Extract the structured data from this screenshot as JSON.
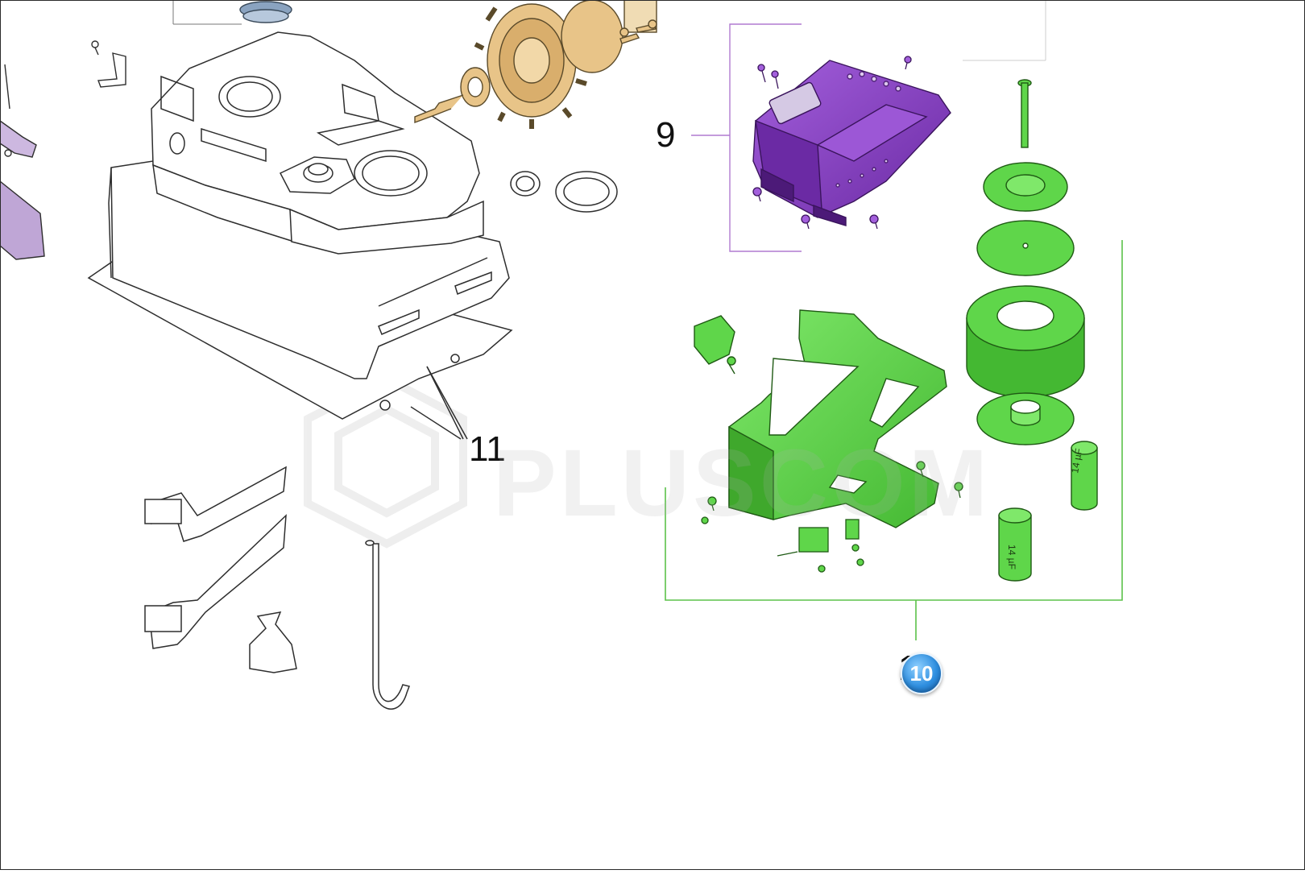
{
  "callouts": {
    "label_9": "9",
    "label_11": "11",
    "label_10_partial": "1"
  },
  "hotspot": {
    "label": "10"
  },
  "capacitor": {
    "label_large": "14 µF",
    "label_small": "14 µF"
  },
  "watermark": {
    "text": "PLUSCOM"
  },
  "colors": {
    "outline": "#2e2e2e",
    "control_board": "#8a3fc4",
    "control_board_dark": "#5e2590",
    "motor_group": "#5fd64a",
    "motor_group_dark": "#2f8c22",
    "gear": "#e8c488",
    "leader_9": "#b07ad0",
    "leader_10": "#5cc24a",
    "hotspot": "#2f8fe0"
  }
}
